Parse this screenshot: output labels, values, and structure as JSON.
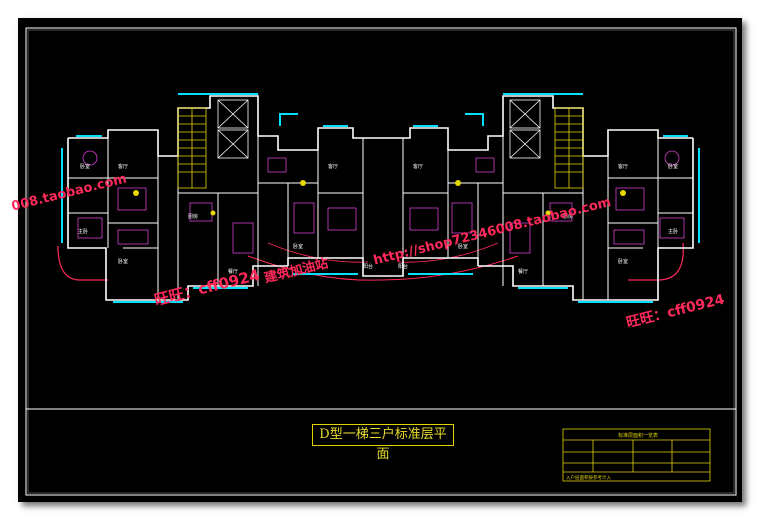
{
  "drawing": {
    "title": "D型一梯三户标准层平面",
    "schedule_header": "标准层面积一览表",
    "schedule_note": "入户层面积按参考计入"
  },
  "watermarks": {
    "taobao_left": "008.taobao.com",
    "shop_center": "http://shop72346008.taobao.com",
    "wangwang_left": "旺旺：cff0924",
    "architecture": "建筑加油站",
    "wangwang_right": "旺旺：cff0924"
  },
  "colors": {
    "background": "#000000",
    "wall": "#ffffff",
    "stair": "#e8d800",
    "window": "#00e0ff",
    "accent": "#ff2a5a",
    "frame_line": "#e0d400",
    "furniture": "#d040d0"
  }
}
